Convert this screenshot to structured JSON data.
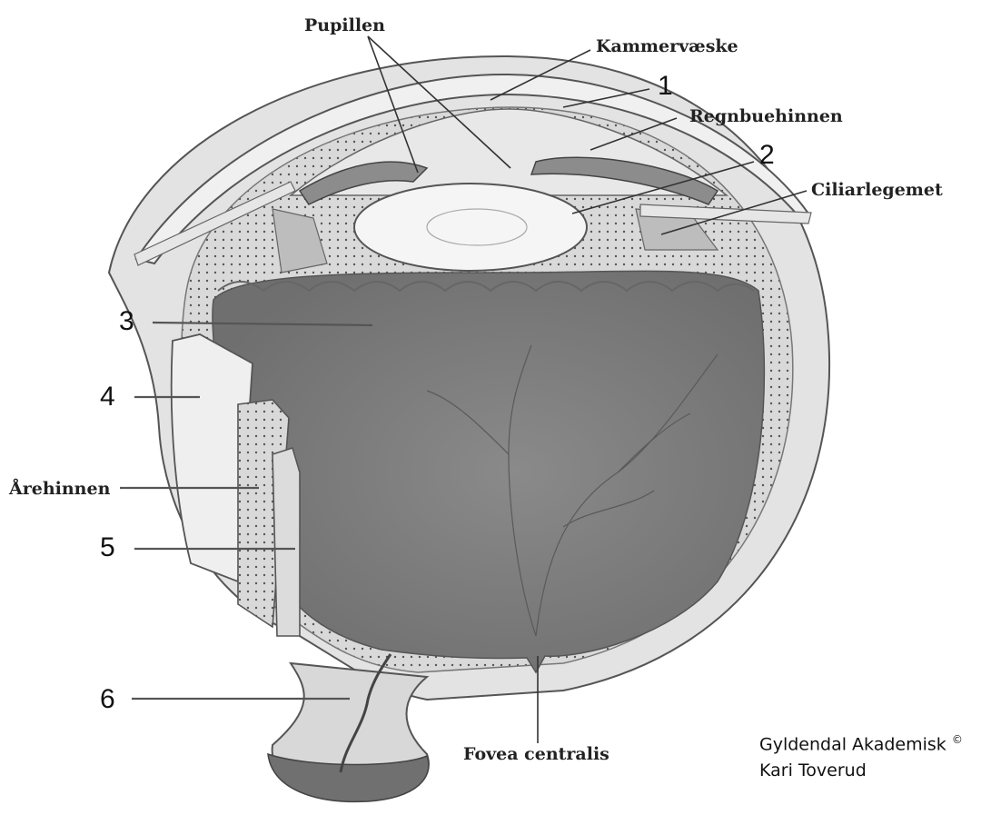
{
  "labels": {
    "pupillen": "Pupillen",
    "kammervaeske": "Kammervæske",
    "n1": "1",
    "regnbuehinnen": "Regnbuehinnen",
    "n2": "2",
    "ciliarlegemet": "Ciliarlegemet",
    "n3": "3",
    "n4": "4",
    "arehinnen": "Årehinnen",
    "n5": "5",
    "n6": "6",
    "fovea": "Fovea centralis"
  },
  "credit": {
    "line1": "Gyldendal Akademisk",
    "copyright": "©",
    "line2": "Kari Toverud"
  }
}
